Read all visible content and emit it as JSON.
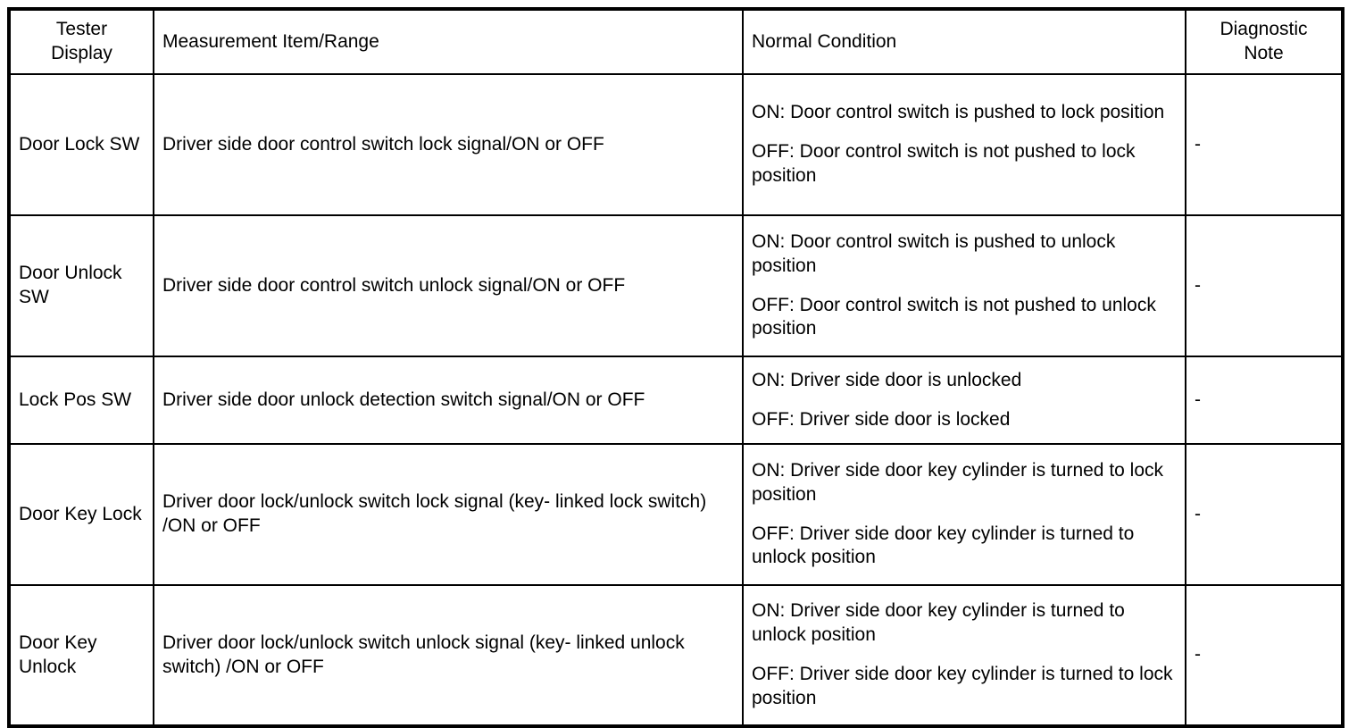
{
  "table": {
    "columns": [
      {
        "key": "tester",
        "label": "Tester\nDisplay",
        "align": "center"
      },
      {
        "key": "measure",
        "label": "Measurement Item/Range",
        "align": "left"
      },
      {
        "key": "normal",
        "label": "Normal Condition",
        "align": "left"
      },
      {
        "key": "note",
        "label": "Diagnostic\nNote",
        "align": "center"
      }
    ],
    "header": {
      "tester_line1": "Tester",
      "tester_line2": "Display",
      "measurement": "Measurement Item/Range",
      "normal_condition": "Normal Condition",
      "note_line1": "Diagnostic",
      "note_line2": "Note"
    },
    "rows": [
      {
        "tester": "Door Lock SW",
        "measurement": "Driver side door control switch lock signal/ON or OFF",
        "normal_on": "ON: Door control switch is pushed to lock position",
        "normal_off": "OFF: Door control switch is not pushed to lock position",
        "note": "-",
        "size": "tall"
      },
      {
        "tester": "Door Unlock SW",
        "measurement": "Driver side door control switch unlock signal/ON or OFF",
        "normal_on": "ON: Door control switch is pushed to unlock position",
        "normal_off": "OFF: Door control switch is not pushed to unlock position",
        "note": "-",
        "size": "tall"
      },
      {
        "tester": "Lock Pos SW",
        "measurement": "Driver side door unlock detection switch signal/ON or OFF",
        "normal_on": "ON: Driver side door is unlocked",
        "normal_off": "OFF: Driver side door is locked",
        "note": "-",
        "size": "short"
      },
      {
        "tester": "Door Key Lock",
        "measurement": "Driver door lock/unlock switch lock signal (key- linked lock switch) /ON or OFF",
        "normal_on": "ON: Driver side door key cylinder is turned to lock position",
        "normal_off": "OFF: Driver side door key cylinder is turned to unlock position",
        "note": "-",
        "size": "tall"
      },
      {
        "tester": "Door Key Unlock",
        "measurement": "Driver door lock/unlock switch unlock signal (key- linked unlock switch) /ON or OFF",
        "normal_on": "ON: Driver side door key cylinder is turned to unlock position",
        "normal_off": "OFF: Driver side door key cylinder is turned to lock position",
        "note": "-",
        "size": "tall"
      }
    ]
  },
  "colors": {
    "border": "#000000",
    "text": "#000000",
    "background": "#ffffff"
  }
}
